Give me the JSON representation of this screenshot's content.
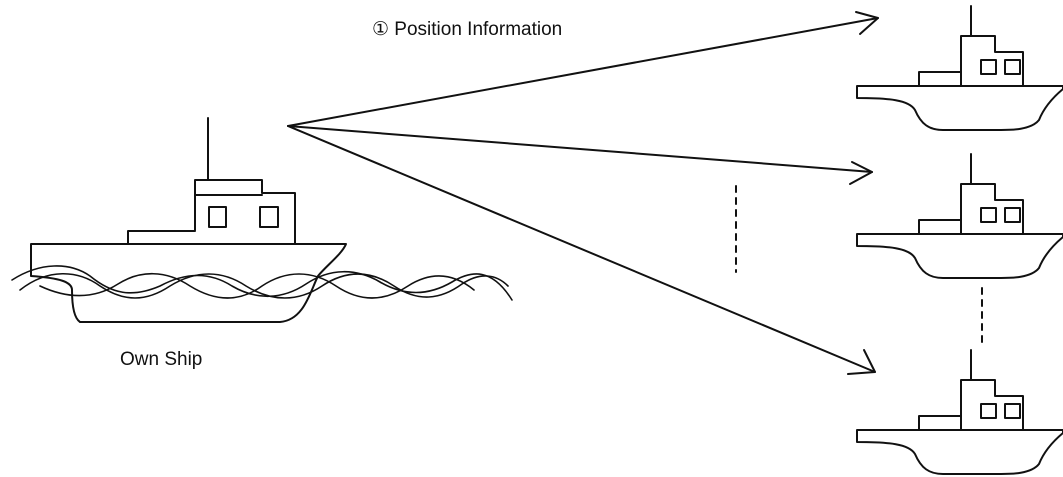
{
  "diagram": {
    "message_label": "① Position Information",
    "own_ship_label": "Own Ship",
    "target_ship_count": 3,
    "line_color": "#111111",
    "icons": [
      "own-ship-icon",
      "target-ship-icon",
      "wave-icon",
      "arrow-icon"
    ]
  }
}
